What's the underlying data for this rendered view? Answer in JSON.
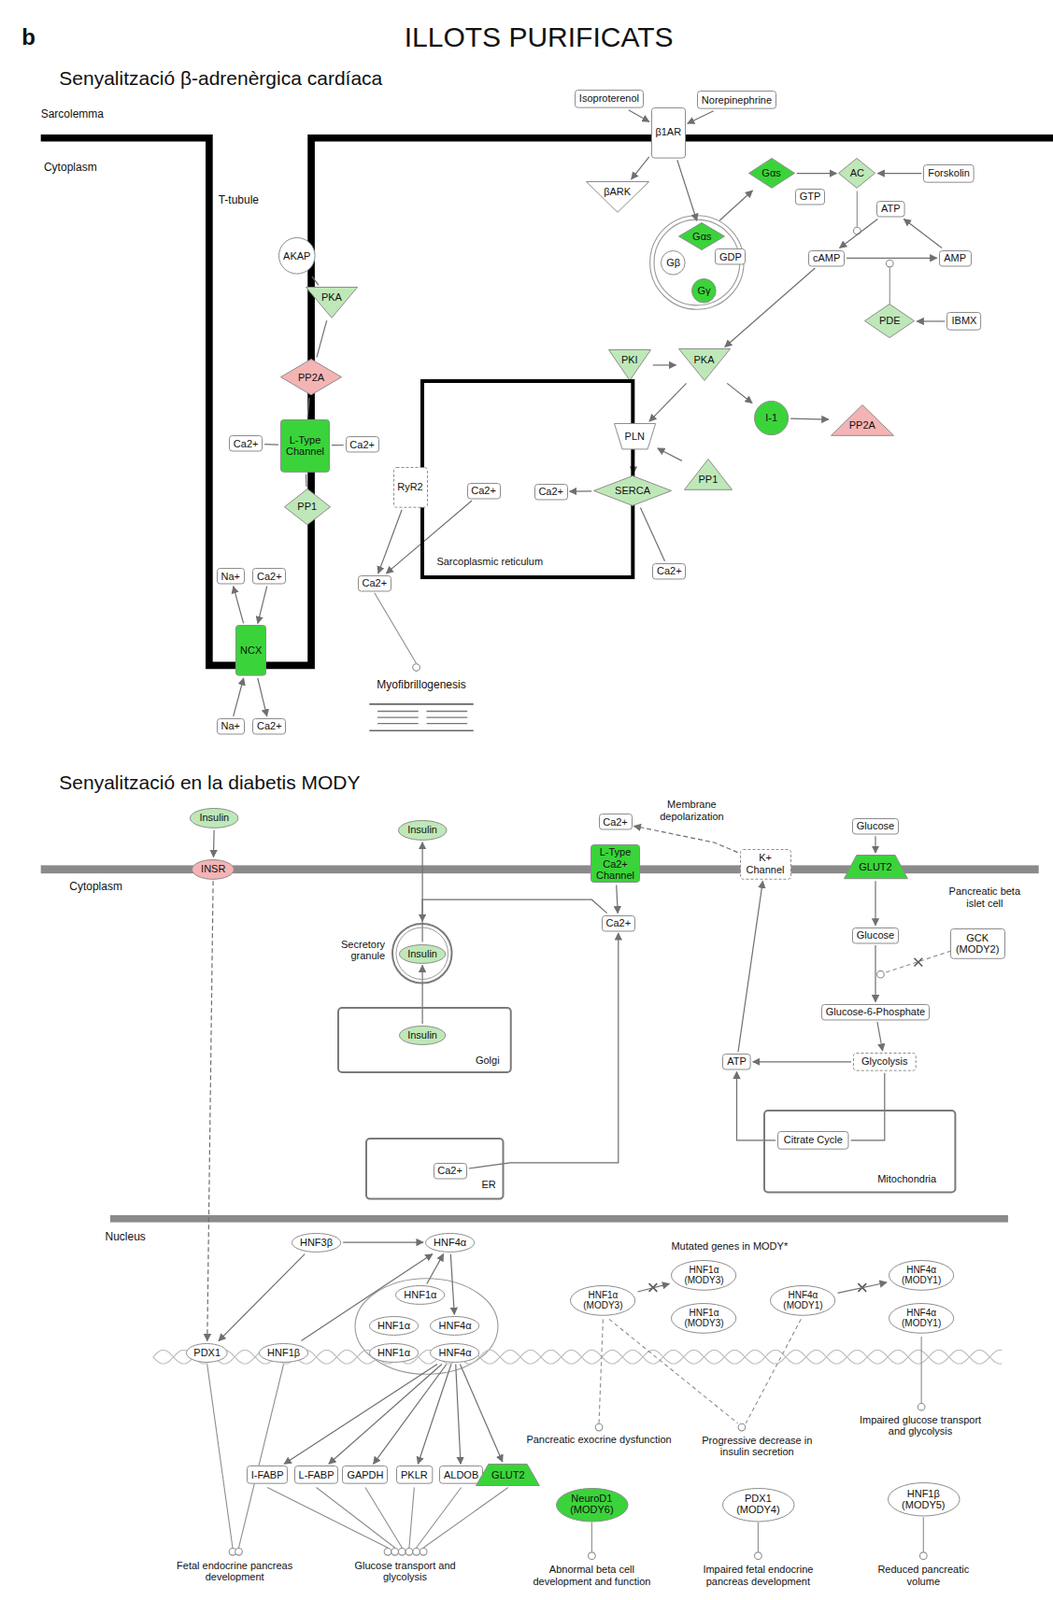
{
  "diagram": {
    "title": "ILLOTS PURIFICATS",
    "nodes": [
      {
        "text": [
          "Isoproterenol"
        ]
      },
      {
        "text": [
          "Norepinephrine"
        ]
      },
      {
        "text": [
          "β1AR"
        ]
      },
      {
        "text": [
          "βARK"
        ]
      },
      {
        "text": [
          "Gαs"
        ]
      },
      {
        "text": [
          "GTP"
        ]
      },
      {
        "text": [
          "AC"
        ]
      },
      {
        "text": [
          "Forskolin"
        ]
      },
      {
        "text": [
          "ATP"
        ]
      },
      {
        "text": [
          "Gαs"
        ]
      },
      {
        "text": [
          "Gβ"
        ]
      },
      {
        "text": [
          "GDP"
        ]
      },
      {
        "text": [
          "Gγ"
        ]
      },
      {
        "text": [
          "cAMP"
        ]
      },
      {
        "text": [
          "AMP"
        ]
      },
      {
        "text": [
          "AKAP"
        ]
      },
      {
        "text": [
          "PKA"
        ]
      },
      {
        "text": [
          "PDE"
        ]
      },
      {
        "text": [
          "IBMX"
        ]
      },
      {
        "text": [
          "PKI"
        ]
      },
      {
        "text": [
          "PKA"
        ]
      },
      {
        "text": [
          "PP2A"
        ]
      },
      {
        "text": [
          "Sarcoplasmic reticulum"
        ]
      },
      {
        "text": [
          "I-1"
        ]
      },
      {
        "text": [
          "PP2A"
        ]
      },
      {
        "text": [
          "PLN"
        ]
      },
      {
        "text": [
          "Ca2+"
        ]
      },
      {
        "text": [
          "L-Type Channel"
        ]
      },
      {
        "text": [
          "Ca2+"
        ]
      },
      {
        "text": [
          "PP1"
        ]
      },
      {
        "text": [
          "RyR2"
        ]
      },
      {
        "text": [
          "Ca2+"
        ],
        "in": 22
      },
      {
        "text": [
          "Ca2+"
        ],
        "in": 22
      },
      {
        "text": [
          "SERCA"
        ]
      },
      {
        "text": [
          "PP1"
        ]
      },
      {
        "text": [
          "Na+"
        ]
      },
      {
        "text": [
          "Ca2+"
        ]
      },
      {
        "text": [
          "Ca2+"
        ]
      },
      {
        "text": [
          "Ca2+"
        ]
      },
      {
        "text": [
          "NCX"
        ]
      },
      {
        "text": [
          "Na+"
        ]
      },
      {
        "text": [
          "Ca2+"
        ]
      },
      {
        "text": [
          "Insulin"
        ]
      },
      {
        "text": [
          "Insulin"
        ]
      },
      {
        "text": [
          "Ca2+"
        ]
      },
      {
        "text": [
          "Glucose"
        ]
      },
      {
        "text": [
          "L-Type Ca2+ Channel"
        ]
      },
      {
        "text": [
          "K+ Channel"
        ]
      },
      {
        "text": [
          "INSR"
        ]
      },
      {
        "text": [
          "GLUT2"
        ]
      },
      {
        "text": [
          "Ca2+"
        ]
      },
      {
        "text": [
          "Glucose"
        ]
      },
      {
        "text": [
          "Secretory granule"
        ]
      },
      {
        "text": [
          "Insulin"
        ],
        "in": 52
      },
      {
        "text": [
          "GCK (MODY2)"
        ]
      },
      {
        "text": [
          "Glucose-6-Phosphate"
        ]
      },
      {
        "text": [
          "Golgi"
        ]
      },
      {
        "text": [
          "Insulin"
        ],
        "in": 56
      },
      {
        "text": [
          "ATP"
        ]
      },
      {
        "text": [
          "Glycolysis"
        ]
      },
      {
        "text": [
          "Mitochondria"
        ]
      },
      {
        "text": [
          "Citrate Cycle"
        ],
        "in": 60
      },
      {
        "text": [
          "ER"
        ]
      },
      {
        "text": [
          "Ca2+"
        ],
        "in": 62
      },
      {
        "text": [
          "HNF3β"
        ]
      },
      {
        "text": [
          "HNF4α"
        ]
      },
      {
        "text": [
          "HNF1α"
        ]
      },
      {
        "text": [
          "HNF1α"
        ]
      },
      {
        "text": [
          "HNF4α"
        ]
      },
      {
        "text": [
          "HNF1α"
        ]
      },
      {
        "text": [
          "HNF4α"
        ]
      },
      {
        "text": [
          "PDX1"
        ]
      },
      {
        "text": [
          "HNF1β"
        ]
      },
      {
        "text": [
          "HNF1α (MODY3)"
        ]
      },
      {
        "text": [
          "HNF1α (MODY3)"
        ]
      },
      {
        "text": [
          "HNF1α (MODY3)"
        ]
      },
      {
        "text": [
          "HNF4α (MODY1)"
        ]
      },
      {
        "text": [
          "HNF4α (MODY1)"
        ]
      },
      {
        "text": [
          "HNF4α (MODY1)"
        ]
      },
      {
        "text": [
          "I-FABP"
        ]
      },
      {
        "text": [
          "L-FABP"
        ]
      },
      {
        "text": [
          "GAPDH"
        ]
      },
      {
        "text": [
          "PKLR"
        ]
      },
      {
        "text": [
          "ALDOB"
        ]
      },
      {
        "text": [
          "GLUT2"
        ]
      },
      {
        "text": [
          "NeuroD1 (MODY6)"
        ]
      },
      {
        "text": [
          "PDX1 (MODY4)"
        ]
      },
      {
        "text": [
          "HNF1β (MODY5)"
        ]
      }
    ],
    "edges": [
      {
        "from": 0,
        "to": 2,
        "arrow": "to"
      },
      {
        "from": 1,
        "to": 2,
        "arrow": "to"
      },
      {
        "from": 2,
        "to": 3,
        "arrow": "to"
      },
      {
        "from": 2,
        "to": 9,
        "arrow": "to"
      },
      {
        "from": 9,
        "to": 4,
        "arrow": "to"
      },
      {
        "from": 4,
        "to": 6,
        "arrow": "to"
      },
      {
        "from": 7,
        "to": 6,
        "arrow": "to"
      },
      {
        "from": 8,
        "to": 13,
        "arrow": "to"
      },
      {
        "from": 13,
        "to": 14,
        "arrow": "to"
      },
      {
        "from": 14,
        "to": 8,
        "arrow": "to"
      },
      {
        "from": 18,
        "to": 17,
        "arrow": "to"
      },
      {
        "from": 13,
        "to": 20,
        "arrow": "to"
      },
      {
        "from": 19,
        "to": 20,
        "arrow": "to"
      },
      {
        "from": 20,
        "to": 23,
        "arrow": "to"
      },
      {
        "from": 20,
        "to": 25,
        "arrow": "to"
      },
      {
        "from": 23,
        "to": 24,
        "arrow": "to"
      },
      {
        "from": 29,
        "to": 25,
        "arrow": "to"
      },
      {
        "from": 25,
        "to": 33,
        "arrow": "to"
      },
      {
        "from": 15,
        "to": 16,
        "arrow": "none"
      },
      {
        "from": 16,
        "to": 21,
        "arrow": "none"
      },
      {
        "from": 21,
        "to": 27,
        "arrow": "none"
      },
      {
        "from": 27,
        "to": 34,
        "arrow": "none"
      },
      {
        "from": 26,
        "to": 27,
        "arrow": "none"
      },
      {
        "from": 27,
        "to": 28,
        "arrow": "none"
      },
      {
        "from": 39,
        "to": 35,
        "arrow": "to"
      },
      {
        "from": 36,
        "to": 39,
        "arrow": "to"
      },
      {
        "from": 40,
        "to": 39,
        "arrow": "to"
      },
      {
        "from": 39,
        "to": 41,
        "arrow": "to"
      },
      {
        "from": 30,
        "to": 38,
        "arrow": "to"
      },
      {
        "from": 31,
        "to": 38,
        "arrow": "to"
      },
      {
        "from": 33,
        "to": 32,
        "arrow": "to"
      },
      {
        "from": 37,
        "to": 33,
        "arrow": "none"
      },
      {
        "from": 42,
        "to": 48,
        "arrow": "to"
      },
      {
        "from": 48,
        "to": 71,
        "arrow": "to"
      },
      {
        "from": 57,
        "to": 53,
        "arrow": "to"
      },
      {
        "from": 53,
        "to": 43,
        "arrow": "to"
      },
      {
        "from": 50,
        "to": 52,
        "arrow": "to"
      },
      {
        "from": 46,
        "to": 50,
        "arrow": "to"
      },
      {
        "from": 63,
        "to": 50,
        "arrow": "to"
      },
      {
        "from": 47,
        "to": 44,
        "arrow": "to"
      },
      {
        "from": 45,
        "to": 49,
        "arrow": "to"
      },
      {
        "from": 49,
        "to": 51,
        "arrow": "to"
      },
      {
        "from": 51,
        "to": 55,
        "arrow": "to"
      },
      {
        "from": 55,
        "to": 59,
        "arrow": "to"
      },
      {
        "from": 59,
        "to": 58,
        "arrow": "to"
      },
      {
        "from": 59,
        "to": 61,
        "arrow": "none"
      },
      {
        "from": 61,
        "to": 58,
        "arrow": "to"
      },
      {
        "from": 58,
        "to": 47,
        "arrow": "to"
      },
      {
        "from": 64,
        "to": 65,
        "arrow": "to"
      },
      {
        "from": 64,
        "to": 71,
        "arrow": "to"
      },
      {
        "from": 66,
        "to": 65,
        "arrow": "to"
      },
      {
        "from": 72,
        "to": 65,
        "arrow": "to"
      },
      {
        "from": 65,
        "to": 68,
        "arrow": "to"
      },
      {
        "from": 70,
        "to": 79,
        "arrow": "to"
      },
      {
        "from": 70,
        "to": 80,
        "arrow": "to"
      },
      {
        "from": 70,
        "to": 81,
        "arrow": "to"
      },
      {
        "from": 70,
        "to": 82,
        "arrow": "to"
      },
      {
        "from": 70,
        "to": 83,
        "arrow": "to"
      },
      {
        "from": 70,
        "to": 84,
        "arrow": "to"
      },
      {
        "from": 73,
        "to": 74,
        "arrow": "to"
      },
      {
        "from": 76,
        "to": 77,
        "arrow": "to"
      }
    ],
    "labels": [
      "b",
      "Senyalització β-adrenèrgica cardíaca",
      "Sarcolemma",
      "Cytoplasm",
      "T-tubule",
      "Myofibrillogenesis",
      "Senyalització en la diabetis MODY",
      "Membrane depolarization",
      "Cytoplasm",
      "Pancreatic beta islet cell",
      "Nucleus",
      "Mutated genes in MODY*",
      "Fetal endocrine pancreas development",
      "Glucose transport and glycolysis",
      "Pancreatic exocrine dysfunction",
      "Progressive decrease in insulin secretion",
      "Impaired glucose transport and glycolysis",
      "Abnormal beta cell development and function",
      "Impaired fetal endocrine pancreas development",
      "Reduced pancreatic volume"
    ]
  }
}
